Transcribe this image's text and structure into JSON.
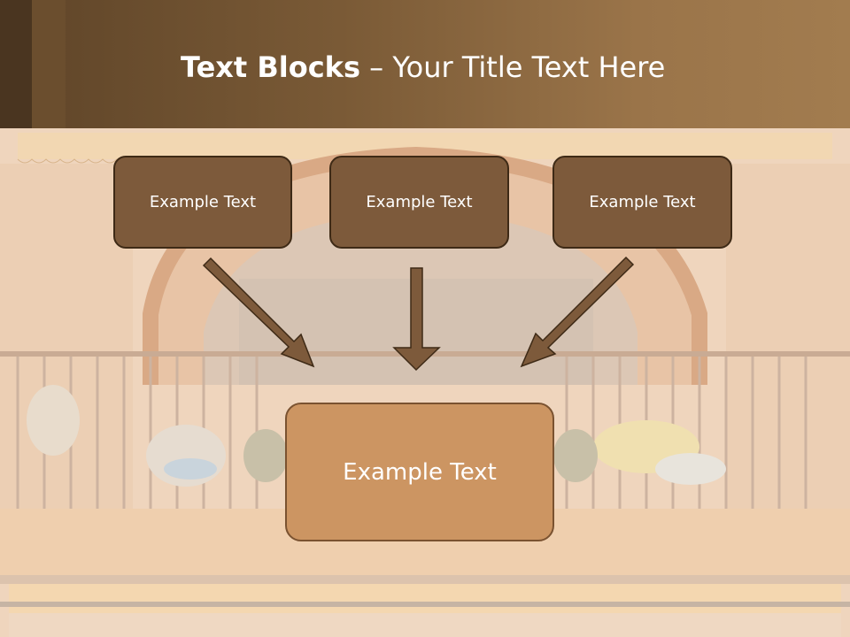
{
  "slide": {
    "title_bold": "Text Blocks",
    "title_dash": " – ",
    "title_rest": "Your Title Text Here"
  },
  "boxes": {
    "top_left": "Example Text",
    "top_center": "Example Text",
    "top_right": "Example Text",
    "bottom": "Example Text"
  },
  "colors": {
    "header": "#7a5a36",
    "small_box": "#7d5a3b",
    "large_box": "#cc9562",
    "arrow": "#7d5a3b"
  },
  "background": {
    "icon": "balcony-photo"
  }
}
